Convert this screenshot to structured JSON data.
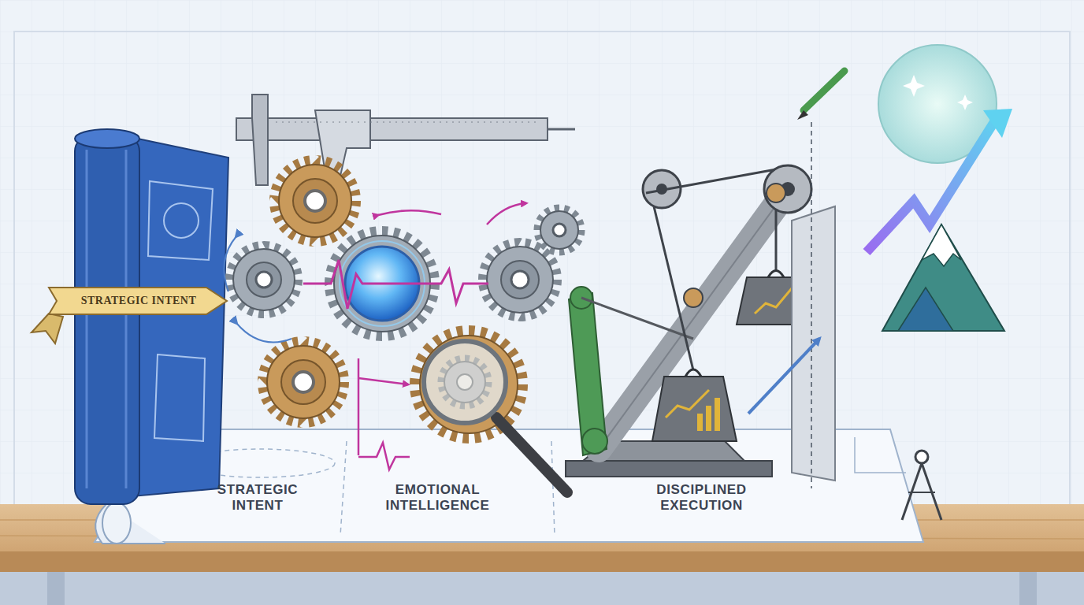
{
  "diagram": {
    "nodes": [
      {
        "text": [
          "STRATEGIC INTENT"
        ]
      }
    ],
    "labels": [
      "STRATEGIC INTENT",
      "EMOTIONAL INTELLIGENCE",
      "DISCIPLINED EXECUTION"
    ]
  }
}
